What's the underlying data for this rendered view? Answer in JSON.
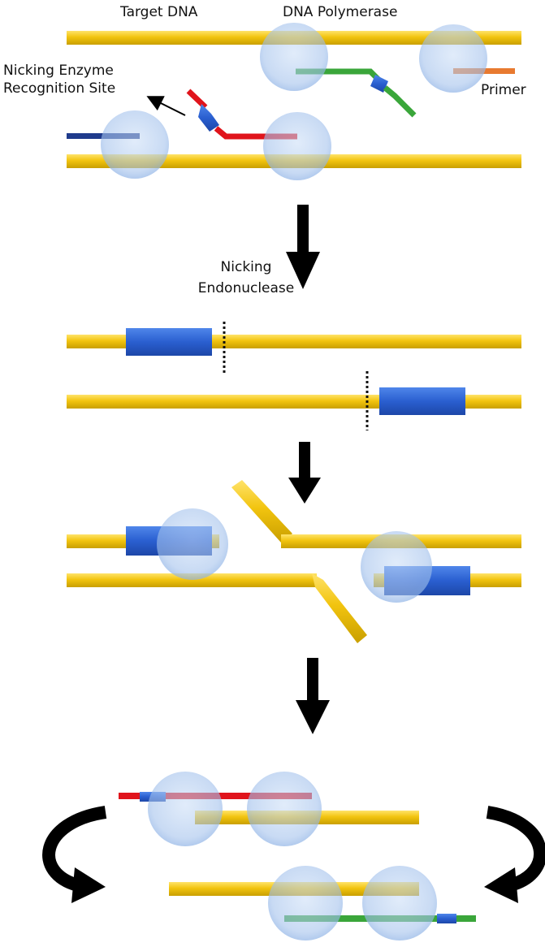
{
  "labels": {
    "target_dna": "Target DNA",
    "dna_polymerase": "DNA Polymerase",
    "nicking_site_line1": "Nicking Enzyme",
    "nicking_site_line2": "Recognition Site",
    "primer": "Primer",
    "nicking_endo_line1": "Nicking",
    "nicking_endo_line2": "Endonuclease"
  },
  "colors": {
    "dna_strand": "#f2c40f",
    "dna_strand_shadow": "#c9a000",
    "recognition_site": "#2a5fd0",
    "primer_red": "#e0141c",
    "primer_green": "#3aa63a",
    "primer_orange": "#e87a30",
    "primer_navy": "#1f3b8c",
    "polymerase_bubble": "#a9c7ee",
    "arrow": "#000000"
  }
}
